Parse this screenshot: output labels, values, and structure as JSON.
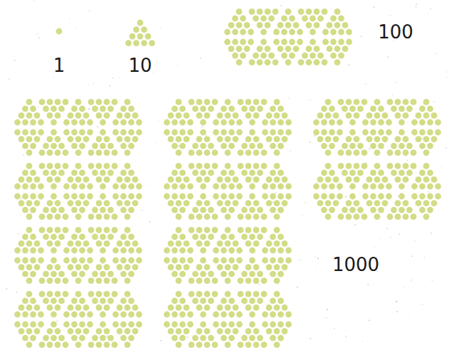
{
  "diagram": {
    "labels": [
      "1",
      "10",
      "100",
      "1000"
    ]
  }
}
